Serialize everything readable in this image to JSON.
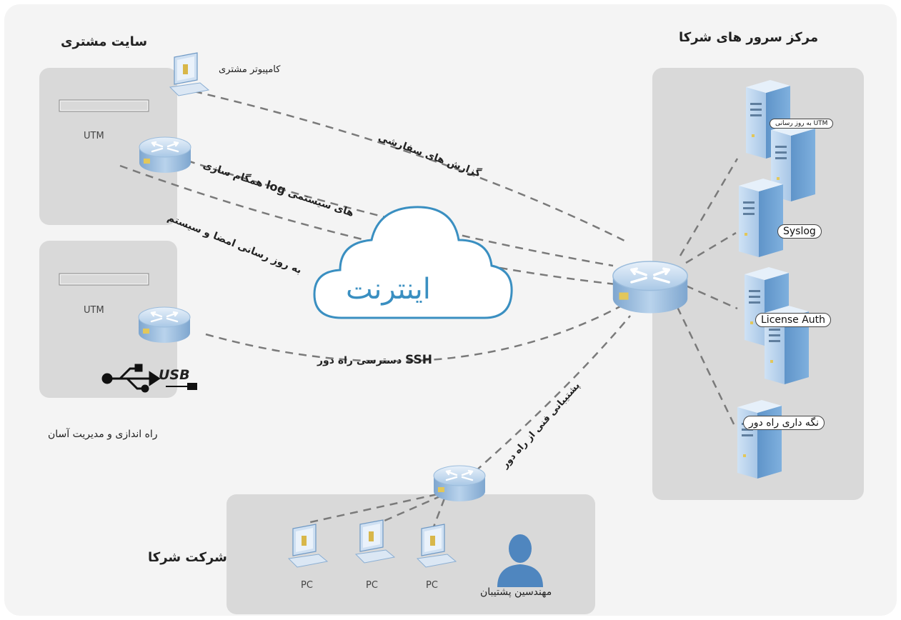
{
  "customer_site": {
    "title": "سایت مشتری",
    "customer_pc_label": "کامپیوتر مشتری",
    "utm_label_1": "UTM",
    "utm_label_2": "UTM",
    "usb_label": "USB",
    "easy_setup_label": "راه اندازی و مدیریت آسان"
  },
  "server_center": {
    "title": "مرکز سرور های شرکا",
    "servers": [
      {
        "label": "به روز رسانی UTM"
      },
      {
        "label": "Syslog"
      },
      {
        "label": "License Auth"
      },
      {
        "label": "نگه داری راه دور"
      }
    ]
  },
  "cloud": {
    "label": "اینترنت"
  },
  "links": {
    "custom_reports": "گزارش های سفارشی",
    "log_sync_prefix": "همگام سازی",
    "log_sync_log": "log",
    "log_sync_suffix": "های سیستمی",
    "signature_update": "به روز رسانی امضا و سیستم",
    "ssh_prefix": "دسترسی راه دور",
    "ssh_bold": "SSH",
    "remote_support": "پشتیبانی فنی از راه دور"
  },
  "company": {
    "title": "شرکت شرکا",
    "pc_labels": [
      "PC",
      "PC",
      "PC"
    ],
    "engineer_label": "مهندسین پشتیبان"
  },
  "colors": {
    "panel": "#d9d9d9",
    "cloud_stroke": "#3a8fc1",
    "cloud_text": "#3a8fc1",
    "device_blue": "#8fb7d9",
    "dash": "#7a7a7a"
  }
}
